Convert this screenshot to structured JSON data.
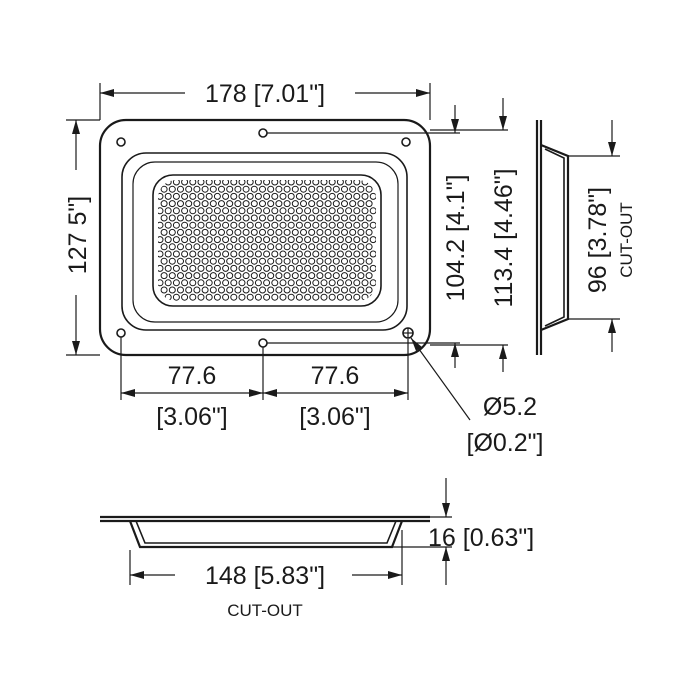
{
  "dimensions": {
    "overall_width": "178 [7.01\"]",
    "overall_height": "127 5\"]",
    "inner_height": "104.2 [4.1\"]",
    "outer_height": "113.4 [4.46\"]",
    "cutout_height": "96 [3.78\"]",
    "cutout_height_label": "CUT-OUT",
    "hole_spacing_left_mm": "77.6",
    "hole_spacing_left_in": "[3.06\"]",
    "hole_spacing_right_mm": "77.6",
    "hole_spacing_right_in": "[3.06\"]",
    "hole_diameter_mm": "Ø5.2",
    "hole_diameter_in": "[Ø0.2\"]",
    "depth": "16 [0.63\"]",
    "cutout_width": "148 [5.83\"]",
    "cutout_width_label": "CUT-OUT"
  }
}
